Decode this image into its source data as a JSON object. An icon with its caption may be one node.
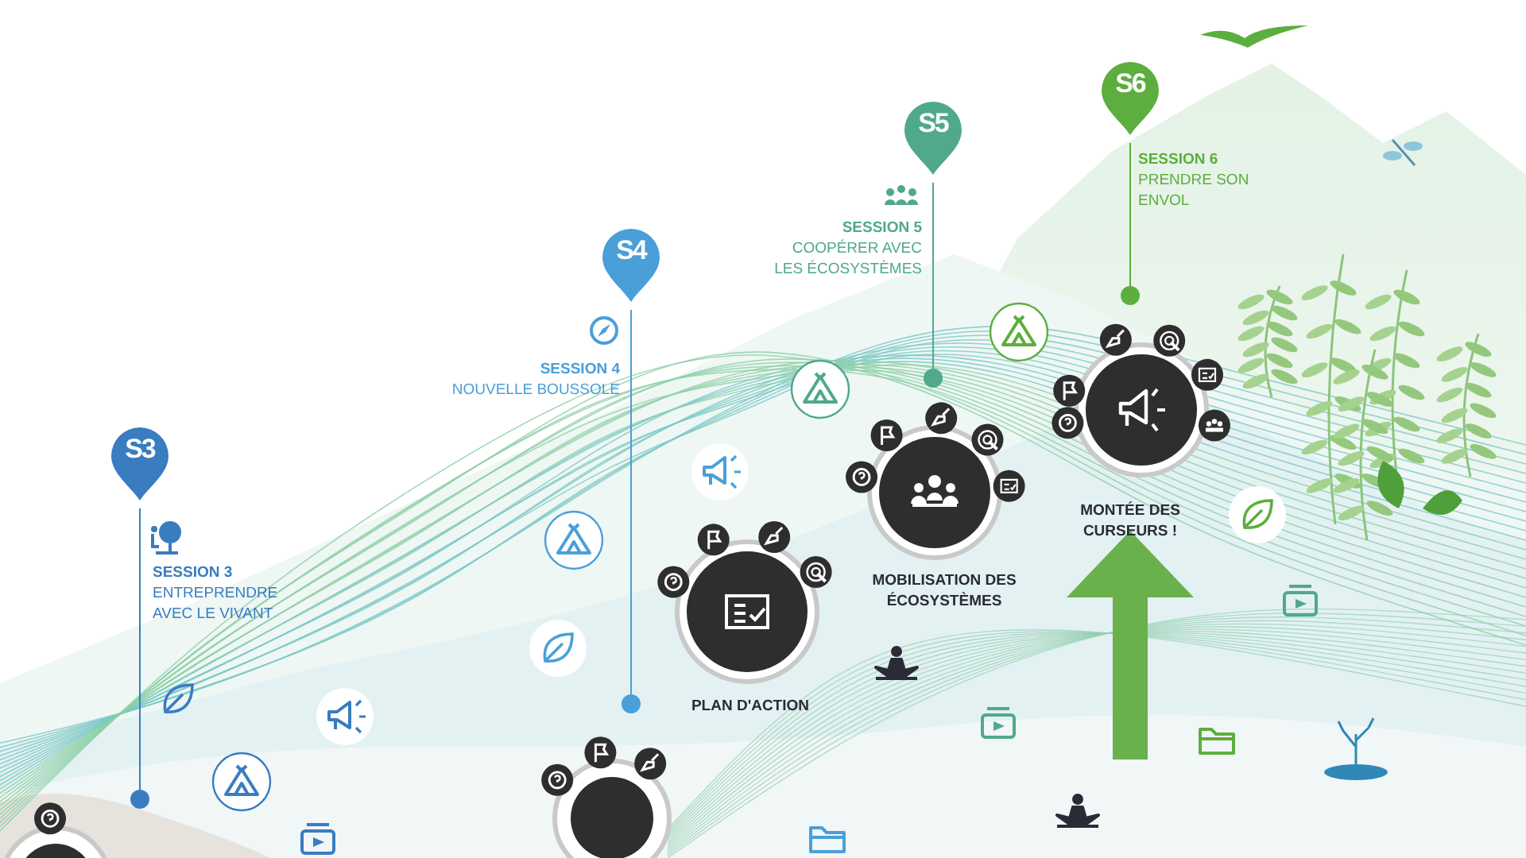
{
  "diagram": {
    "nodes": [
      {
        "text": [
          "S3"
        ],
        "beside": [
          "SESSION 3",
          "ENTREPRENDRE AVEC LE VIVANT"
        ]
      },
      {
        "text": [],
        "shape": "circle"
      },
      {
        "text": [
          "S4"
        ],
        "beside": [
          "SESSION 4",
          "NOUVELLE BOUSSOLE"
        ]
      },
      {
        "text": [],
        "shape": "circle"
      },
      {
        "text": [
          "S5"
        ],
        "beside": [
          "SESSION 5",
          "COOPÉRER AVEC LES ÉCOSYSTÈMES"
        ]
      },
      {
        "text": [],
        "shape": "circle"
      },
      {
        "text": [
          "S6"
        ],
        "beside": [
          "SESSION 6",
          "PRENDRE SON ENVOL"
        ]
      },
      {
        "text": [],
        "shape": "circle"
      },
      {
        "text": [],
        "shape": "circle",
        "beside": [
          "PLAN D'ACTION"
        ]
      },
      {
        "text": [],
        "shape": "circle",
        "beside": [
          "MOBILISATION DES ÉCOSYSTÈMES"
        ]
      },
      {
        "text": [],
        "shape": "circle",
        "beside": [
          "MONTÉE DES CURSEURS !"
        ]
      }
    ],
    "edges": [
      {
        "from": 0,
        "to": 1,
        "arrow": "none",
        "color": "#3a7cc0"
      },
      {
        "from": 2,
        "to": 3,
        "arrow": "none",
        "color": "#4a9fd8"
      },
      {
        "from": 4,
        "to": 5,
        "arrow": "none",
        "color": "#4fa98a"
      },
      {
        "from": 6,
        "to": 7,
        "arrow": "none",
        "color": "#5cae3e"
      }
    ]
  }
}
